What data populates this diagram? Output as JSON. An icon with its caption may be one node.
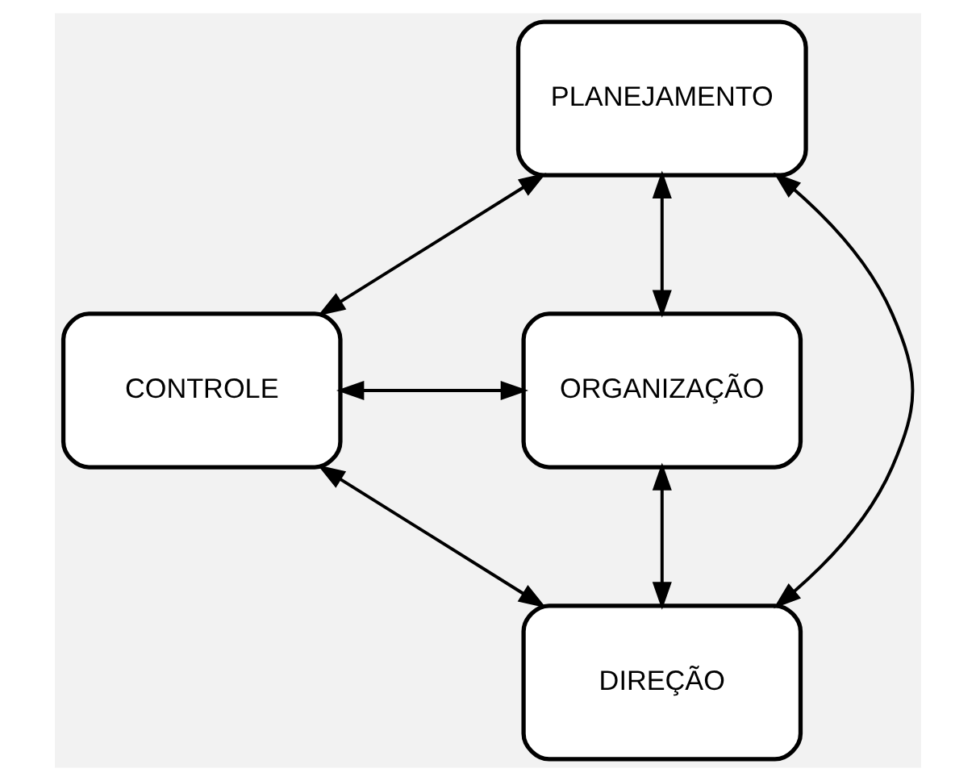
{
  "diagram": {
    "nodes": [
      {
        "text": [
          "PLANEJAMENTO"
        ]
      },
      {
        "text": [
          "CONTROLE"
        ]
      },
      {
        "text": [
          "ORGANIZAÇÃO"
        ]
      },
      {
        "text": [
          "DIREÇÃO"
        ]
      }
    ],
    "edges": [
      {
        "from": 0,
        "to": 1,
        "arrow": "both"
      },
      {
        "from": 0,
        "to": 2,
        "arrow": "both"
      },
      {
        "from": 0,
        "to": 3,
        "arrow": "both"
      },
      {
        "from": 1,
        "to": 2,
        "arrow": "both"
      },
      {
        "from": 1,
        "to": 3,
        "arrow": "both"
      },
      {
        "from": 2,
        "to": 3,
        "arrow": "both"
      }
    ]
  }
}
